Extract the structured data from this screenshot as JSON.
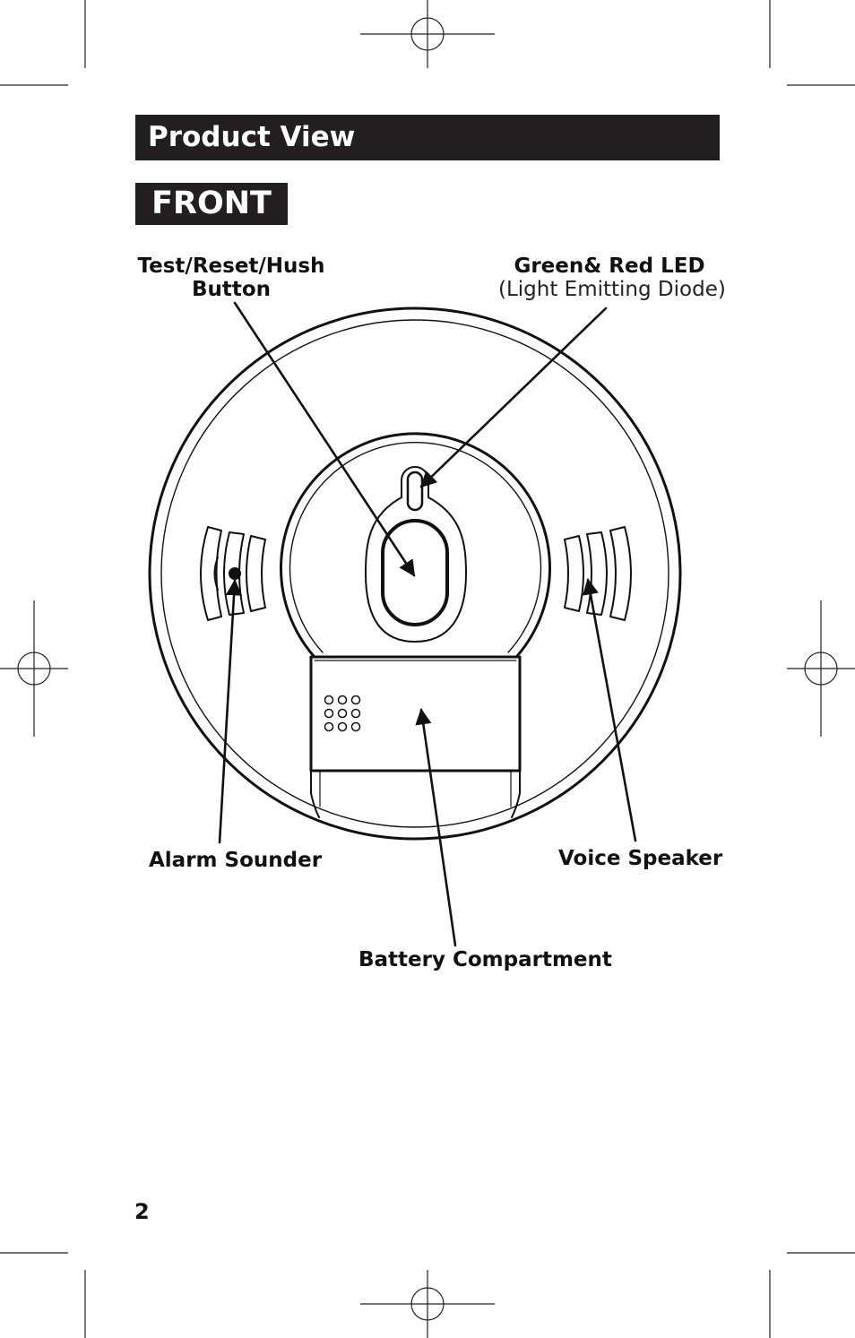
{
  "header": {
    "title": "Product View"
  },
  "view_label": "FRONT",
  "callouts": {
    "test_button": {
      "line1": "Test/Reset/Hush",
      "line2": "Button"
    },
    "led": {
      "line1": "Green& Red LED",
      "line2": "(Light Emitting Diode)"
    },
    "alarm_sounder": "Alarm Sounder",
    "voice_speaker": "Voice Speaker",
    "battery": "Battery Compartment"
  },
  "footer": {
    "page_number": "2"
  },
  "colors": {
    "ink": "#231f20",
    "paper": "#ffffff"
  }
}
